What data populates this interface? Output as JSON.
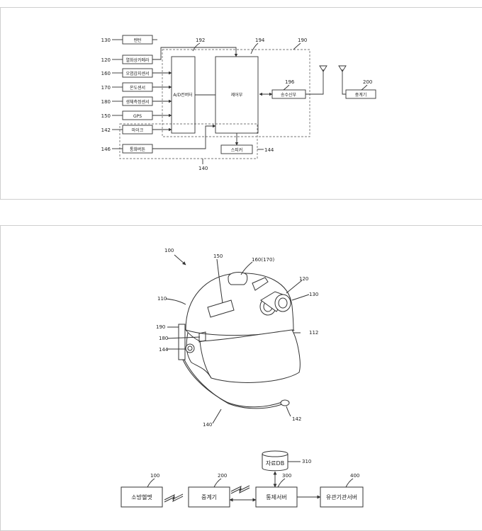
{
  "block_diagram": {
    "refs": {
      "r130": "130",
      "r120": "120",
      "r160": "160",
      "r170": "170",
      "r180": "180",
      "r150": "150",
      "r142": "142",
      "r146": "146",
      "r192": "192",
      "r194": "194",
      "r190": "190",
      "r196": "196",
      "r200": "200",
      "r144": "144",
      "r140": "140"
    },
    "inputs": {
      "flash": "렌턴",
      "camera": "열화상카메라",
      "smoke_sensor": "오염감지센서",
      "temp_sensor": "온도센서",
      "bio_sensor": "생체측정센서",
      "gps": "GPS",
      "mic": "마이크",
      "call_button": "통화버튼"
    },
    "adc_label": "A/D컨버터",
    "control_label": "제어부",
    "transceiver_label": "송수신부",
    "repeater_label": "중계기",
    "speaker_label": "스피커"
  },
  "helmet": {
    "refs": {
      "r100": "100",
      "r150": "150",
      "r160_170": "160(170)",
      "r120": "120",
      "r130": "130",
      "r110": "110",
      "r112": "112",
      "r190": "190",
      "r180": "180",
      "r144": "144",
      "r142": "142",
      "r140": "140"
    }
  },
  "system": {
    "refs": {
      "r100": "100",
      "r200": "200",
      "r300": "300",
      "r310": "310",
      "r400": "400"
    },
    "helmet_label": "소방헬멧",
    "repeater_label": "중계기",
    "server_label": "통제서버",
    "db_label": "자료DB",
    "agency_label": "유관기관서버"
  }
}
